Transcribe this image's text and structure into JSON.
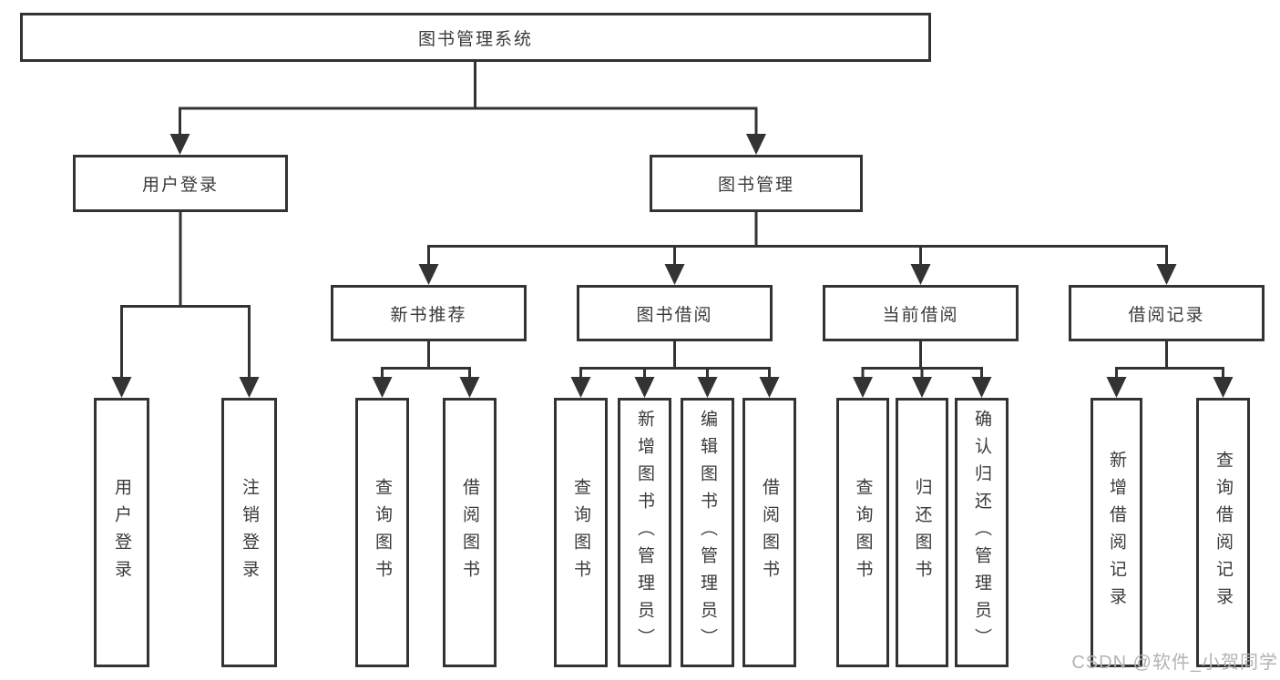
{
  "diagram": {
    "type": "tree",
    "title": "图书管理系统",
    "nodes": {
      "root": "图书管理系统",
      "userLogin": "用户登录",
      "bookMgmt": "图书管理",
      "newBookRec": "新书推荐",
      "bookBorrow": "图书借阅",
      "currentBorrow": "当前借阅",
      "borrowRecords": "借阅记录",
      "leafUserLogin": "用户登录",
      "leafLogout": "注销登录",
      "leafQueryBooksA": "查询图书",
      "leafBorrowBooksA": "借阅图书",
      "leafQueryBooksB": "查询图书",
      "leafAddBookAdmin": "新增图书（管理员）",
      "leafEditBookAdmin": "编辑图书（管理员）",
      "leafBorrowBooksB": "借阅图书",
      "leafQueryBooksC": "查询图书",
      "leafReturnBooks": "归还图书",
      "leafConfirmReturnAdmin": "确认归还（管理员）",
      "leafAddBorrowRecord": "新增借阅记录",
      "leafQueryBorrowRecord": "查询借阅记录"
    },
    "hierarchy": {
      "图书管理系统": [
        "用户登录",
        "图书管理"
      ],
      "用户登录": [
        "用户登录",
        "注销登录"
      ],
      "图书管理": [
        "新书推荐",
        "图书借阅",
        "当前借阅",
        "借阅记录"
      ],
      "新书推荐": [
        "查询图书",
        "借阅图书"
      ],
      "图书借阅": [
        "查询图书",
        "新增图书（管理员）",
        "编辑图书（管理员）",
        "借阅图书"
      ],
      "当前借阅": [
        "查询图书",
        "归还图书",
        "确认归还（管理员）"
      ],
      "借阅记录": [
        "新增借阅记录",
        "查询借阅记录"
      ]
    },
    "watermark": "CSDN @软件_小贺同学",
    "colors": {
      "line": "#333333",
      "text": "#3a3a3a",
      "background": "#ffffff",
      "watermark": "#b3b3b3"
    }
  }
}
